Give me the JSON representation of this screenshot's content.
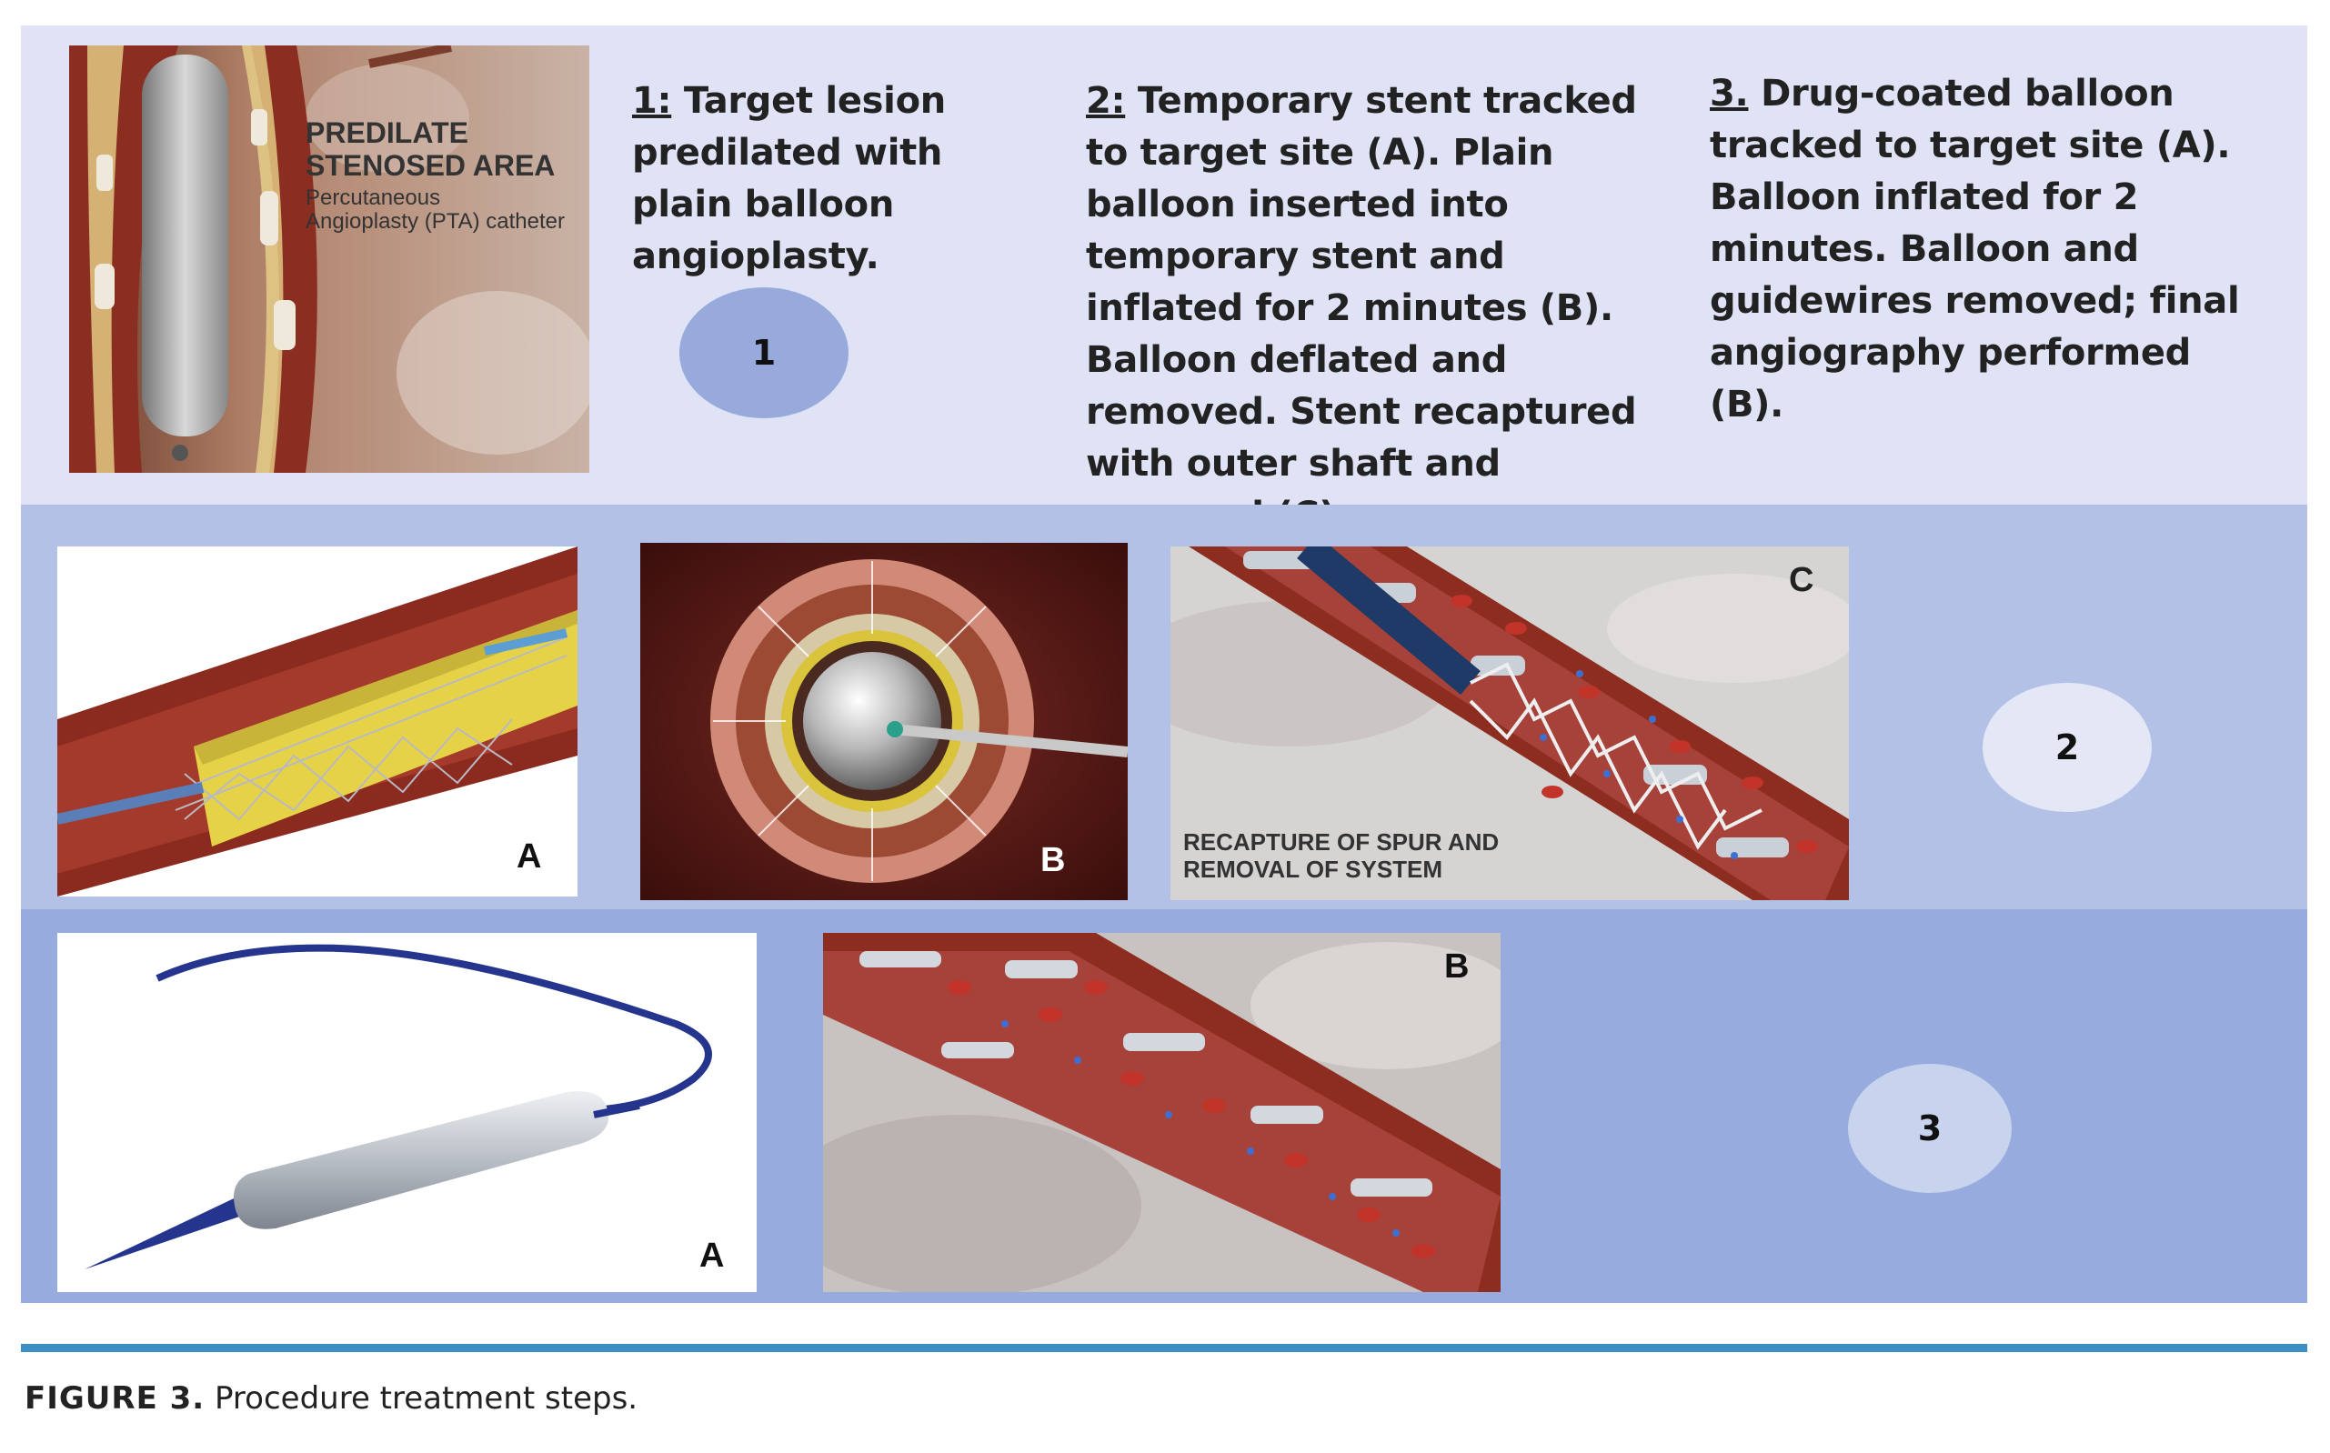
{
  "steps": [
    {
      "number": "1:",
      "text": " Target lesion predilated with plain balloon angioplasty.",
      "bubble": "1"
    },
    {
      "number": "2:",
      "text": " Temporary stent tracked to target site (A). Plain balloon inserted into temporary stent and inflated for 2 minutes (B). Balloon deflated and removed. Stent recaptured with outer shaft and removed (C).",
      "bubble": "2"
    },
    {
      "number": "3.",
      "text": " Drug-coated balloon tracked to target site (A). Balloon inflated for 2 minutes. Balloon and guidewires removed; final angiography performed (B).",
      "bubble": "3"
    }
  ],
  "panel1": {
    "title_line1": "PREDILATE",
    "title_line2": "STENOSED AREA",
    "sub_line1": "Percutaneous",
    "sub_line2": "Angioplasty (PTA) catheter"
  },
  "panel2": {
    "a_label": "A",
    "b_label": "B",
    "c_label": "C",
    "c_overlay_line1": "RECAPTURE OF SPUR AND",
    "c_overlay_line2": "REMOVAL OF SYSTEM"
  },
  "panel3": {
    "a_label": "A",
    "b_label": "B"
  },
  "caption": {
    "label": "FIGURE 3.",
    "text": " Procedure treatment steps."
  },
  "colors": {
    "band1": "#dfe3f5",
    "band2": "#b3c1e6",
    "band3": "#97abde",
    "rule": "#3c8fc3",
    "vessel": "#9c3a2a"
  }
}
